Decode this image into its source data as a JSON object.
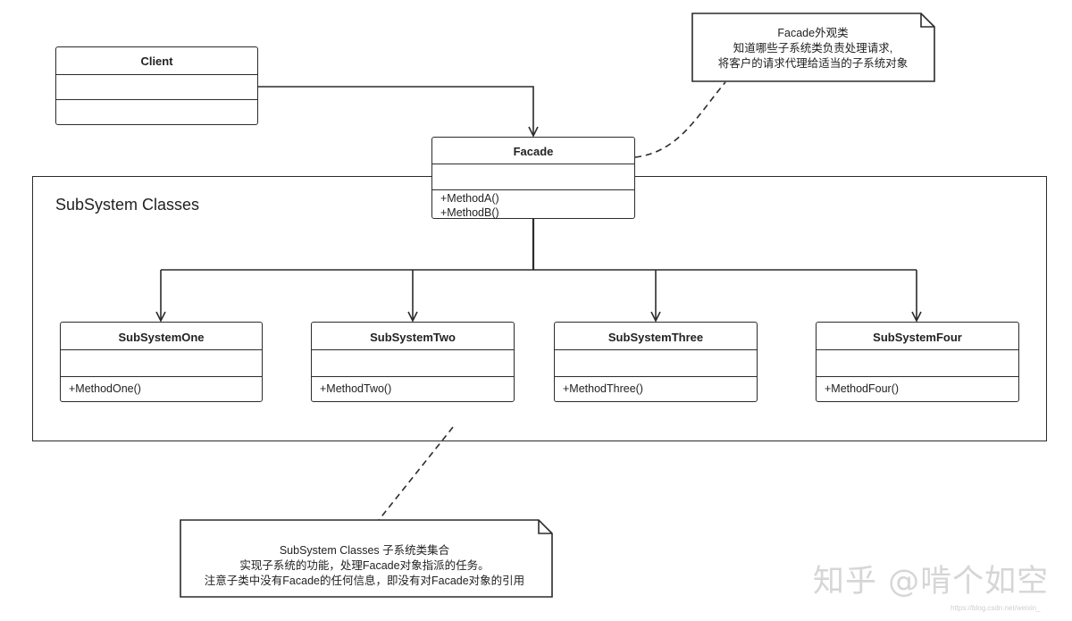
{
  "client": {
    "name": "Client"
  },
  "facade": {
    "name": "Facade",
    "methods": [
      "+MethodA()",
      "+MethodB()"
    ]
  },
  "facade_note": {
    "lines": [
      "Facade外观类",
      "知道哪些子系统类负责处理请求,",
      "将客户的请求代理给适当的子系统对象"
    ]
  },
  "subsystem_frame": {
    "title": "SubSystem Classes"
  },
  "subsystems": [
    {
      "name": "SubSystemOne",
      "method": "+MethodOne()"
    },
    {
      "name": "SubSystemTwo",
      "method": "+MethodTwo()"
    },
    {
      "name": "SubSystemThree",
      "method": "+MethodThree()"
    },
    {
      "name": "SubSystemFour",
      "method": "+MethodFour()"
    }
  ],
  "subsystem_note": {
    "lines": [
      "SubSystem Classes 子系统类集合",
      "实现子系统的功能，处理Facade对象指派的任务。",
      "注意子类中没有Facade的任何信息，即没有对Facade对象的引用"
    ]
  },
  "watermark": {
    "text": "知乎 @啃个如空",
    "url": "https://blog.csdn.net/weixin_"
  },
  "colors": {
    "line": "#2b2b2b",
    "background": "#ffffff",
    "watermark": "#d6d6d6"
  }
}
